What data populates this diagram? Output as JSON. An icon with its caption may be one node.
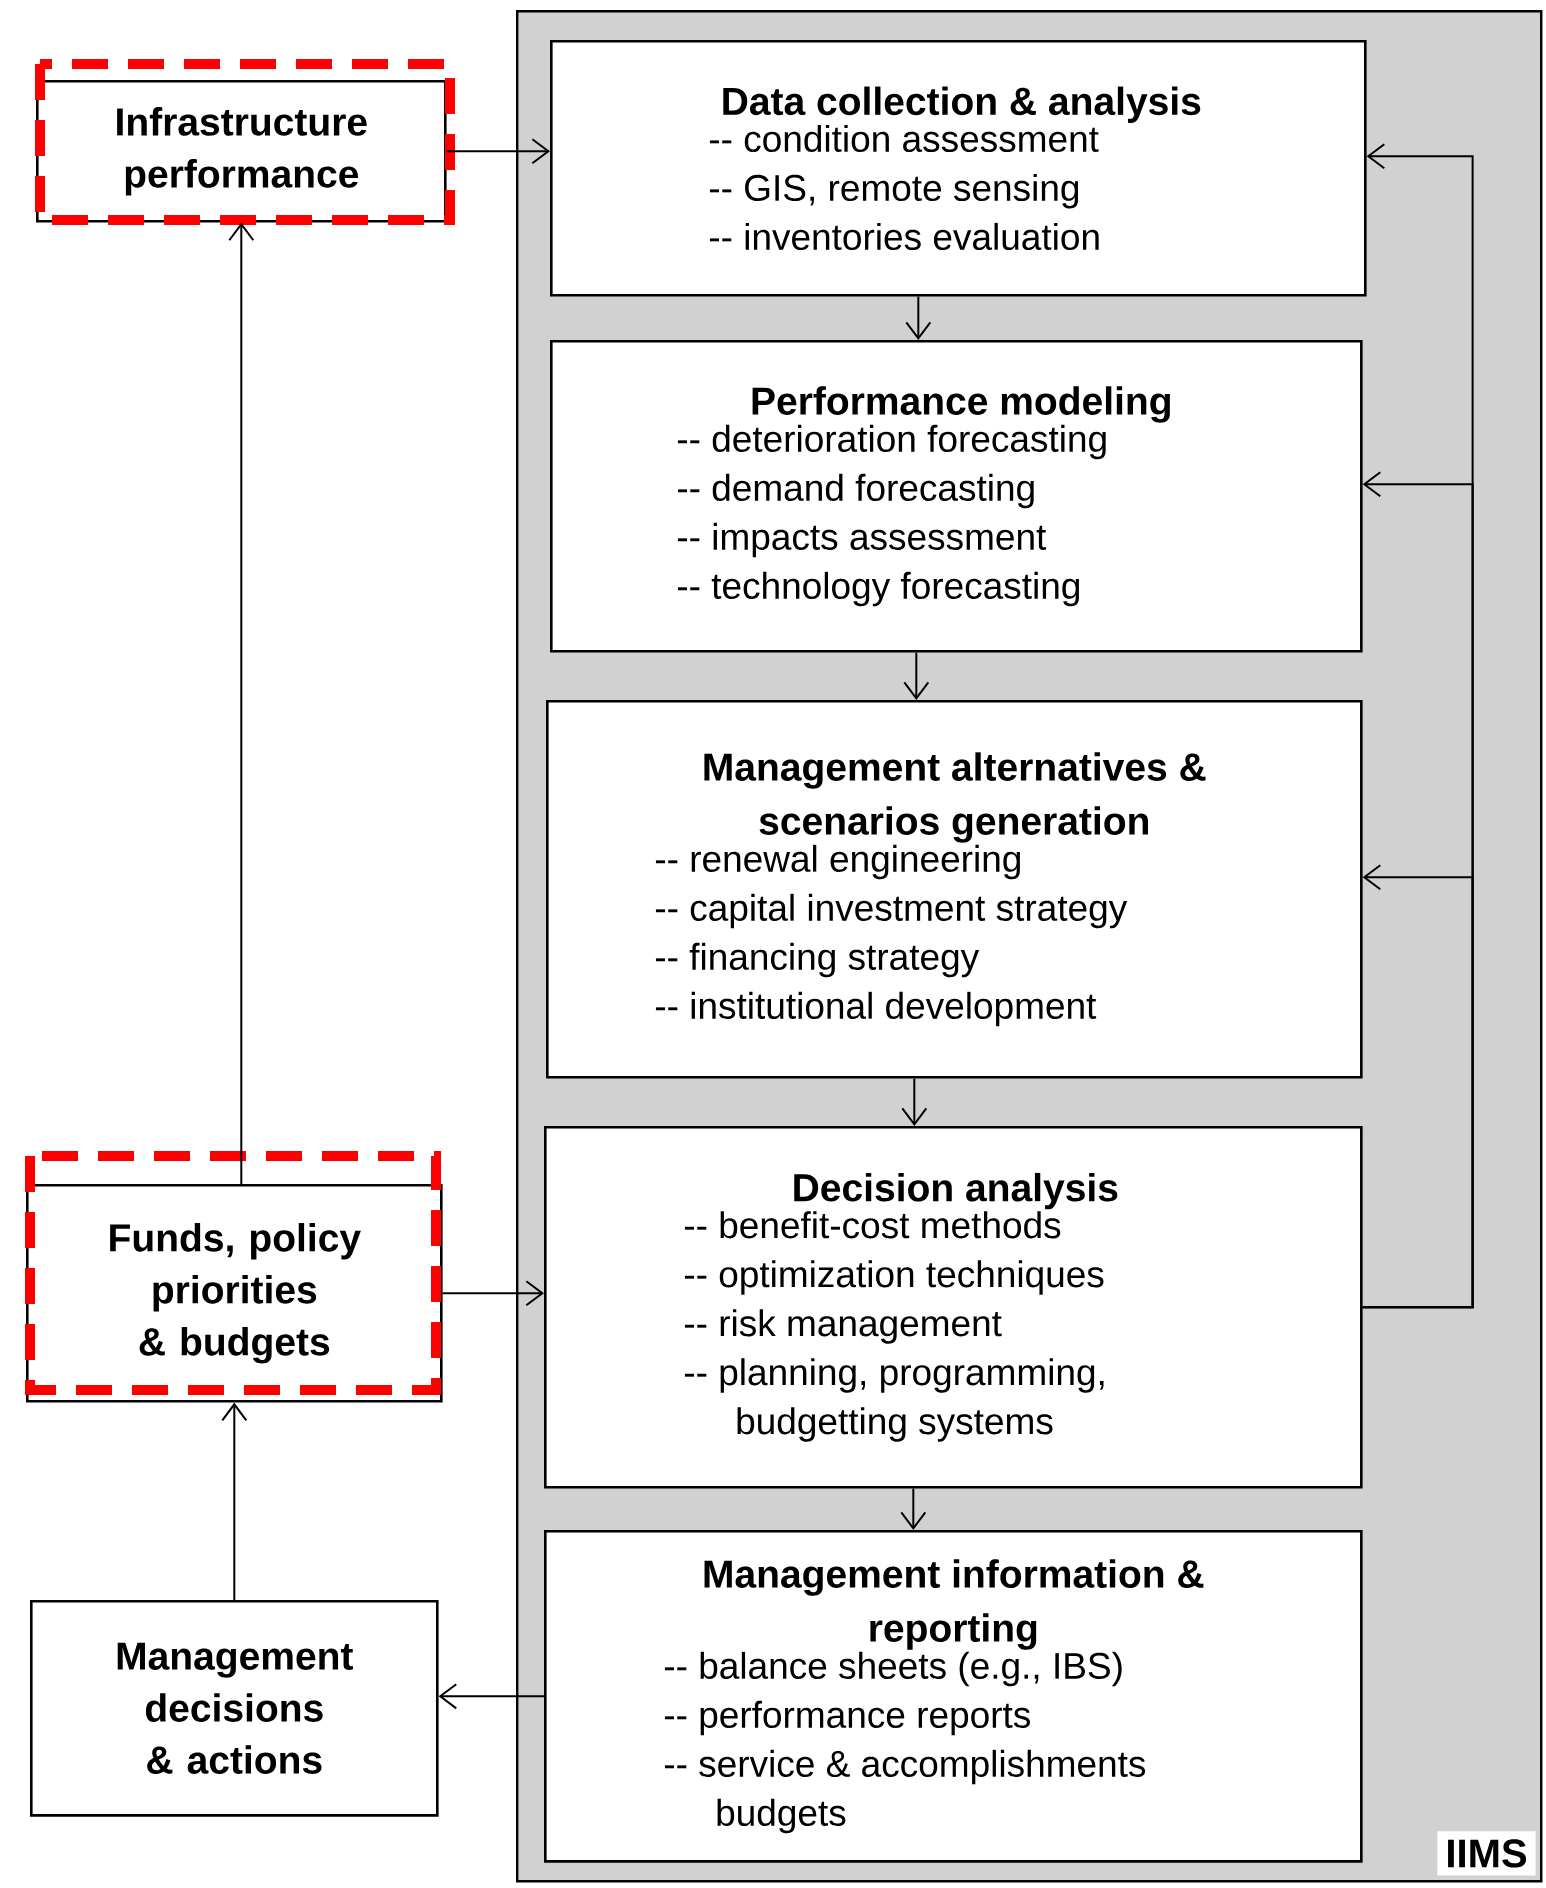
{
  "diagram": {
    "nodes": [
      {
        "text": [
          "IIMS"
        ]
      },
      {
        "text": [
          "Data collection & analysis",
          "-- condition assessment",
          "-- GIS, remote sensing",
          "-- inventories evaluation"
        ],
        "in": 0
      },
      {
        "text": [
          "Performance modeling",
          "-- deterioration forecasting",
          "-- demand forecasting",
          "-- impacts assessment",
          "-- technology forecasting"
        ],
        "in": 0
      },
      {
        "text": [
          "Management alternatives & scenarios generation",
          "-- renewal engineering",
          "-- capital investment strategy",
          "-- financing strategy",
          "-- institutional development"
        ],
        "in": 0
      },
      {
        "text": [
          "Decision analysis",
          "-- benefit-cost methods",
          "-- optimization techniques",
          "-- risk management",
          "-- planning, programming, budgetting systems"
        ],
        "in": 0
      },
      {
        "text": [
          "Management information & reporting",
          "-- balance sheets (e.g., IBS)",
          "-- performance reports",
          "-- service & accomplishments budgets"
        ],
        "in": 0
      },
      {
        "text": [
          "Infrastructure performance"
        ]
      },
      {
        "text": [
          "Funds, policy priorities & budgets"
        ]
      },
      {
        "text": [
          "Management decisions & actions"
        ]
      }
    ],
    "edges": [
      {
        "from": 6,
        "to": 1,
        "arrow": "to"
      },
      {
        "from": 1,
        "to": 2,
        "arrow": "to"
      },
      {
        "from": 2,
        "to": 3,
        "arrow": "to"
      },
      {
        "from": 3,
        "to": 4,
        "arrow": "to"
      },
      {
        "from": 4,
        "to": 5,
        "arrow": "to"
      },
      {
        "from": 4,
        "to": 1,
        "arrow": "to"
      },
      {
        "from": 4,
        "to": 2,
        "arrow": "to"
      },
      {
        "from": 4,
        "to": 3,
        "arrow": "to"
      },
      {
        "from": 7,
        "to": 4,
        "arrow": "to"
      },
      {
        "from": 5,
        "to": 8,
        "arrow": "to"
      },
      {
        "from": 8,
        "to": 7,
        "arrow": "to"
      },
      {
        "from": 7,
        "to": 6,
        "arrow": "to"
      }
    ]
  }
}
